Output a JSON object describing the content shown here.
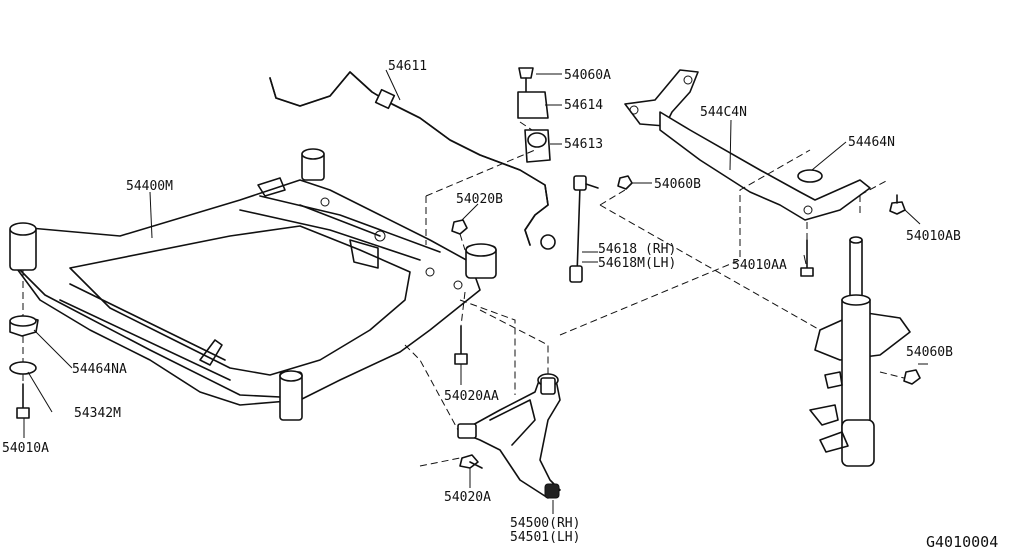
{
  "diagram": {
    "labels": {
      "stabilizer_bar": "54611",
      "bolt_top": "54060A",
      "clamp": "54614",
      "bushing": "54613",
      "member_stay": "544C4N",
      "insulator_right": "54464N",
      "nut_b": "54060B",
      "bolt_54020b": "54020B",
      "front_member": "54400M",
      "link_rh": "54618 (RH)",
      "link_lh": "54618M(LH)",
      "bolt_54010aa": "54010AA",
      "bolt_54010ab": "54010AB",
      "nut_b_strut": "54060B",
      "insulator_left": "54464NA",
      "stopper": "54342M",
      "bolt_54010a": "54010A",
      "bolt_54020aa": "54020AA",
      "bolt_54020a": "54020A",
      "arm_rh": "54500(RH)",
      "arm_lh": "54501(LH)"
    },
    "diagram_code": "G4010004"
  }
}
